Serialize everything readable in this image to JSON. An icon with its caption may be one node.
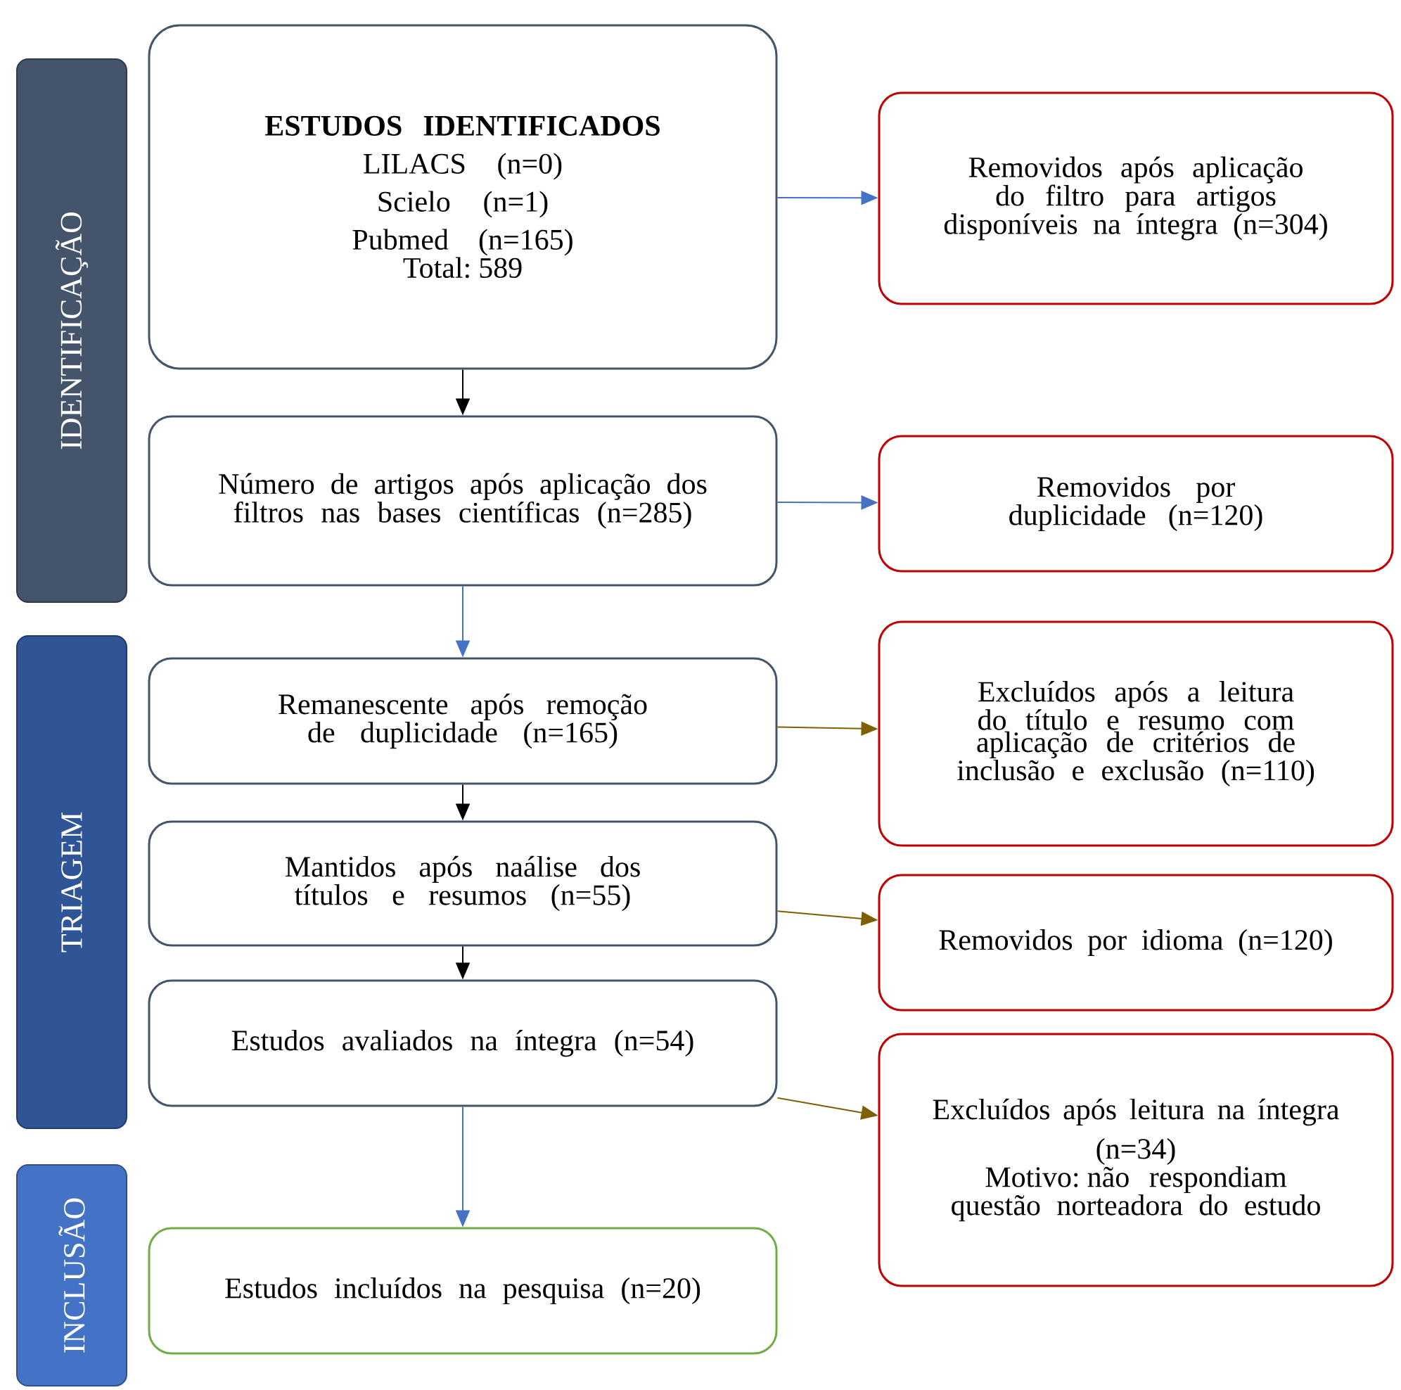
{
  "diagram": {
    "nodes": [
      {
        "text": [
          "IDENTIFICAÇÃO"
        ]
      },
      {
        "text": [
          "ESTUDOS IDENTIFICADOS",
          "LILACS (n=0)",
          "Scielo (n=1)",
          "Pubmed (n=165)",
          "Total: 589"
        ]
      },
      {
        "text": [
          "Removidos após aplicação do filtro para artigos disponíveis na íntegra (n=304)"
        ]
      },
      {
        "text": [
          "Número de artigos após aplicação dos filtros nas bases científicas (n=285)"
        ]
      },
      {
        "text": [
          "Removidos por duplicidade (n=120)"
        ]
      },
      {
        "text": [
          "TRIAGEM"
        ]
      },
      {
        "text": [
          "Remanescente após remoção de duplicidade (n=165)"
        ]
      },
      {
        "text": [
          "Excluídos após a leitura do título e resumo com aplicação de critérios de inclusão e exclusão (n=110)"
        ]
      },
      {
        "text": [
          "Mantidos após naálise dos títulos e resumos (n=55)"
        ]
      },
      {
        "text": [
          "Removidos por idioma (n=120)"
        ]
      },
      {
        "text": [
          "Estudos avaliados na íntegra (n=54)"
        ]
      },
      {
        "text": [
          "Excluídos após leitura na íntegra (n=34)",
          "Motivo: não respondiam questão norteadora do estudo"
        ]
      },
      {
        "text": [
          "INCLUSÃO"
        ]
      },
      {
        "text": [
          "Estudos incluídos na pesquisa (n=20)"
        ]
      }
    ],
    "edges": [
      {
        "from": 1,
        "to": 2,
        "arrow": "to"
      },
      {
        "from": 1,
        "to": 3,
        "arrow": "to",
        "color": "#000000"
      },
      {
        "from": 3,
        "to": 4,
        "arrow": "to"
      },
      {
        "from": 3,
        "to": 6,
        "arrow": "to"
      },
      {
        "from": 6,
        "to": 7,
        "arrow": "to",
        "color": "#7f6000"
      },
      {
        "from": 6,
        "to": 8,
        "arrow": "to",
        "color": "#000000"
      },
      {
        "from": 8,
        "to": 9,
        "arrow": "to",
        "color": "#7f6000"
      },
      {
        "from": 8,
        "to": 10,
        "arrow": "to",
        "color": "#000000"
      },
      {
        "from": 10,
        "to": 11,
        "arrow": "to",
        "color": "#7f6000"
      },
      {
        "from": 10,
        "to": 13,
        "arrow": "to"
      }
    ]
  }
}
